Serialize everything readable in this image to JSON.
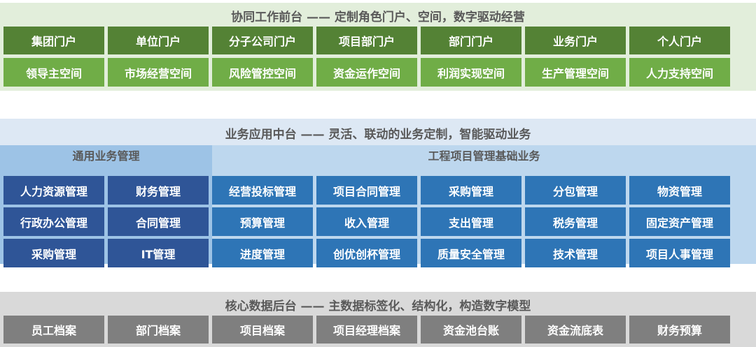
{
  "front": {
    "title": "协同工作前台 —— 定制角色门户、空间，数字驱动经营",
    "portals": [
      "集团门户",
      "单位门户",
      "分子公司门户",
      "项目部门户",
      "部门门户",
      "业务门户",
      "个人门户"
    ],
    "spaces": [
      "领导主空间",
      "市场经营空间",
      "风险管控空间",
      "资金运作空间",
      "利润实现空间",
      "生产管理空间",
      "人力支持空间"
    ]
  },
  "middle": {
    "title": "业务应用中台 —— 灵活、联动的业务定制，智能驱动业务",
    "general": {
      "title": "通用业务管理",
      "rows": [
        [
          "人力资源管理",
          "财务管理"
        ],
        [
          "行政办公管理",
          "合同管理"
        ],
        [
          "采购管理",
          "IT管理"
        ]
      ]
    },
    "engineering": {
      "title": "工程项目管理基础业务",
      "rows": [
        [
          "经营投标管理",
          "项目合同管理",
          "采购管理",
          "分包管理",
          "物资管理"
        ],
        [
          "预算管理",
          "收入管理",
          "支出管理",
          "税务管理",
          "固定资产管理"
        ],
        [
          "进度管理",
          "创优创杯管理",
          "质量安全管理",
          "技术管理",
          "项目人事管理"
        ]
      ]
    }
  },
  "back": {
    "title": "核心数据后台 —— 主数据标签化、结构化，构造数字模型",
    "items": [
      "员工档案",
      "部门档案",
      "项目档案",
      "项目经理档案",
      "资金池台账",
      "资金流底表",
      "财务预算"
    ]
  },
  "colors": {
    "front_bg": "#e2eedb",
    "portal": "#548235",
    "space": "#70ad47",
    "mid_bg": "#dde8f4",
    "general_bg": "#9dc3e6",
    "eng_bg": "#bdd7ee",
    "general_cell": "#2f5597",
    "eng_cell": "#2e75b6",
    "back_bg": "#d9d9d9",
    "back_cell": "#7f7f7f"
  }
}
